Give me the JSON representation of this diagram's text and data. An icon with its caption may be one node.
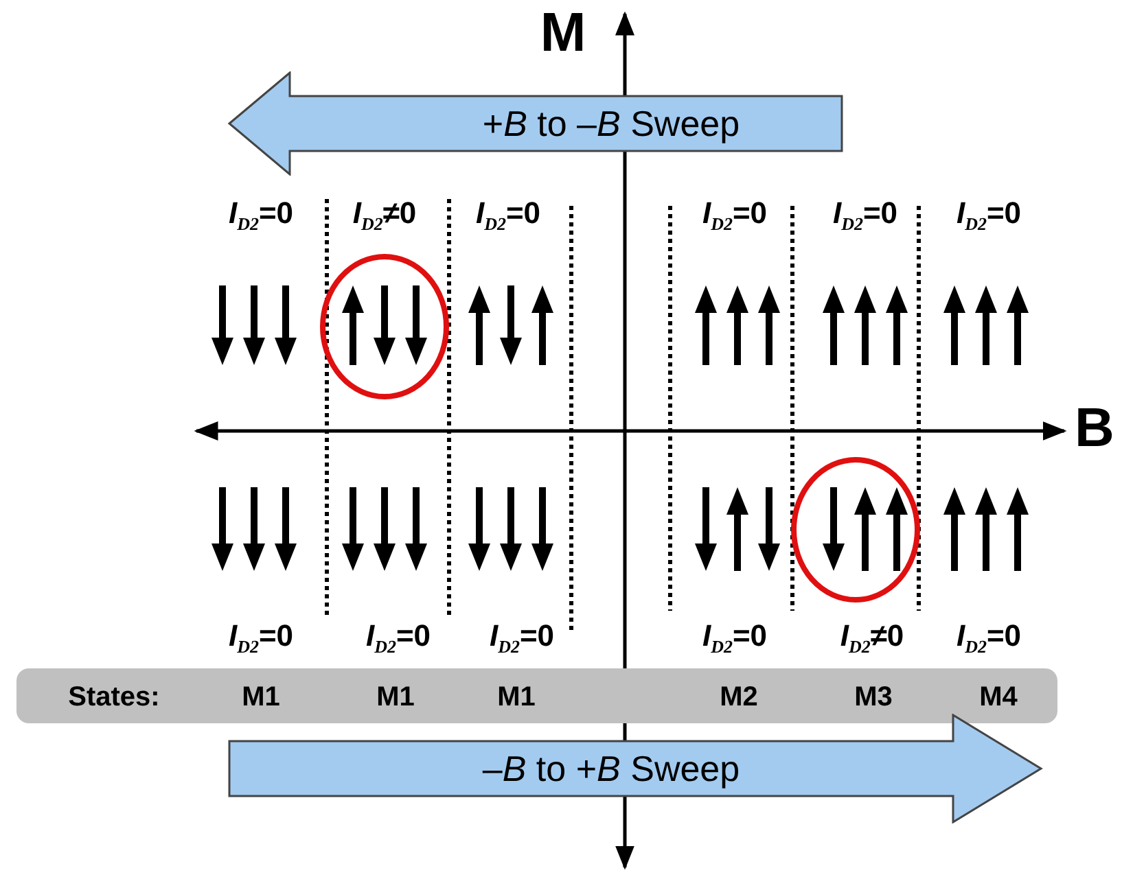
{
  "diagram": {
    "nodes": [
      {
        "text": [
          "+*B* to –*B* Sweep"
        ]
      },
      {
        "text": [
          "States:",
          "M1",
          "M1",
          "M1",
          "M2",
          "M3",
          "M4"
        ]
      },
      {
        "text": [
          "–*B* to +*B* Sweep"
        ]
      }
    ],
    "labels": [
      "M",
      "*I*$_{D2}$=0",
      "*I*$_{D2}$≠0",
      "*I*$_{D2}$=0",
      "*I*$_{D2}$=0",
      "*I*$_{D2}$=0",
      "*I*$_{D2}$=0",
      "B",
      "*I*$_{D2}$=0",
      "*I*$_{D2}$=0",
      "*I*$_{D2}$=0",
      "*I*$_{D2}$=0",
      "*I*$_{D2}$≠0",
      "*I*$_{D2}$=0"
    ]
  }
}
